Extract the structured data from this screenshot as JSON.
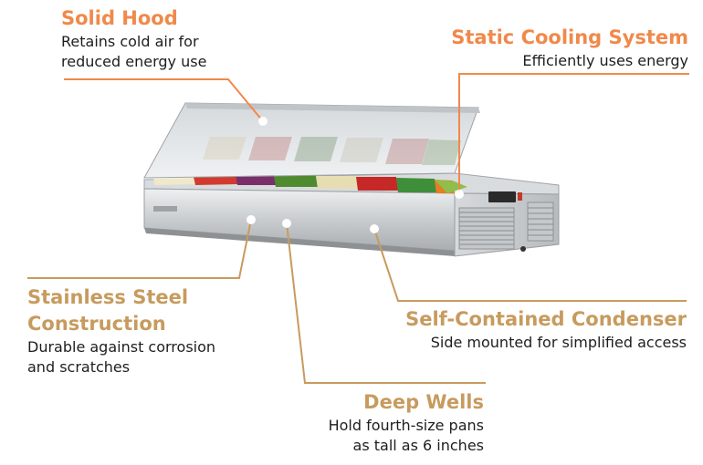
{
  "accent_colors": {
    "orange": "#f0894a",
    "gold": "#c79b5e"
  },
  "callouts": {
    "solid_hood": {
      "title": "Solid Hood",
      "lines": [
        "Retains cold air for",
        "reduced energy use"
      ]
    },
    "static_cooling": {
      "title": "Static Cooling System",
      "lines": [
        "Efficiently uses energy"
      ]
    },
    "stainless_steel": {
      "title_lines": [
        "Stainless Steel",
        "Construction"
      ],
      "lines": [
        "Durable against corrosion",
        "and scratches"
      ]
    },
    "condenser": {
      "title": "Self-Contained Condenser",
      "lines": [
        "Side mounted for simplified access"
      ]
    },
    "deep_wells": {
      "title": "Deep Wells",
      "lines": [
        "Hold fourth-size pans",
        "as tall as 6 inches"
      ]
    }
  }
}
